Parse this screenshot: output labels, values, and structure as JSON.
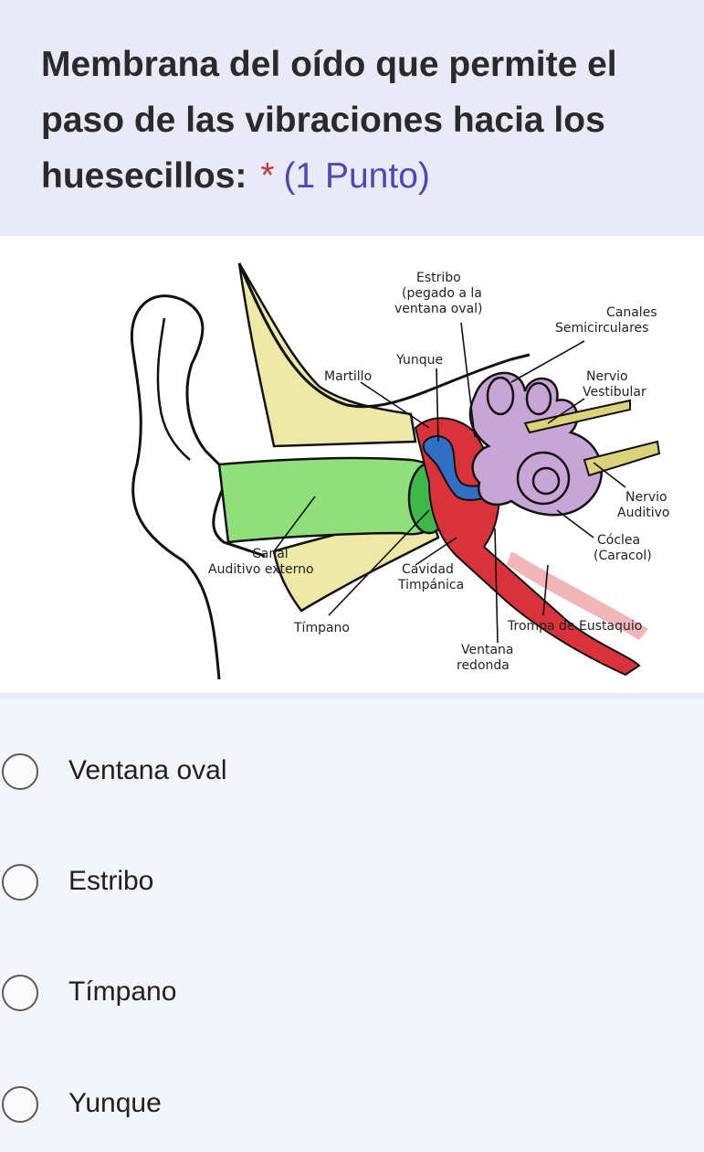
{
  "question": {
    "text": "Membrana del oído que permite el paso de las vibraciones hacia los huesecillos:",
    "required_mark": "*",
    "points": "(1 Punto)",
    "required_color": "#c5353c",
    "points_color": "#4b48b8"
  },
  "diagram": {
    "labels": {
      "estribo_1": "Estribo",
      "estribo_2": "(pegado a la",
      "estribo_3": "ventana oval)",
      "canales_1": "Canales",
      "canales_2": "Semicirculares",
      "yunque": "Yunque",
      "martillo": "Martillo",
      "nervio_vest_1": "Nervio",
      "nervio_vest_2": "Vestibular",
      "nervio_aud_1": "Nervio",
      "nervio_aud_2": "Auditivo",
      "coclea_1": "Cóclea",
      "coclea_2": "(Caracol)",
      "canal_1": "Canal",
      "canal_2": "Auditivo externo",
      "cavidad_1": "Cavidad",
      "cavidad_2": "Timpánica",
      "timpano": "Tímpano",
      "trompa": "Trompa de Eustaquio",
      "ventana_1": "Ventana",
      "ventana_2": "redonda"
    }
  },
  "options": [
    {
      "label": "Ventana oval",
      "selected": false
    },
    {
      "label": "Estribo",
      "selected": false
    },
    {
      "label": "Tímpano",
      "selected": false
    },
    {
      "label": "Yunque",
      "selected": false
    }
  ]
}
